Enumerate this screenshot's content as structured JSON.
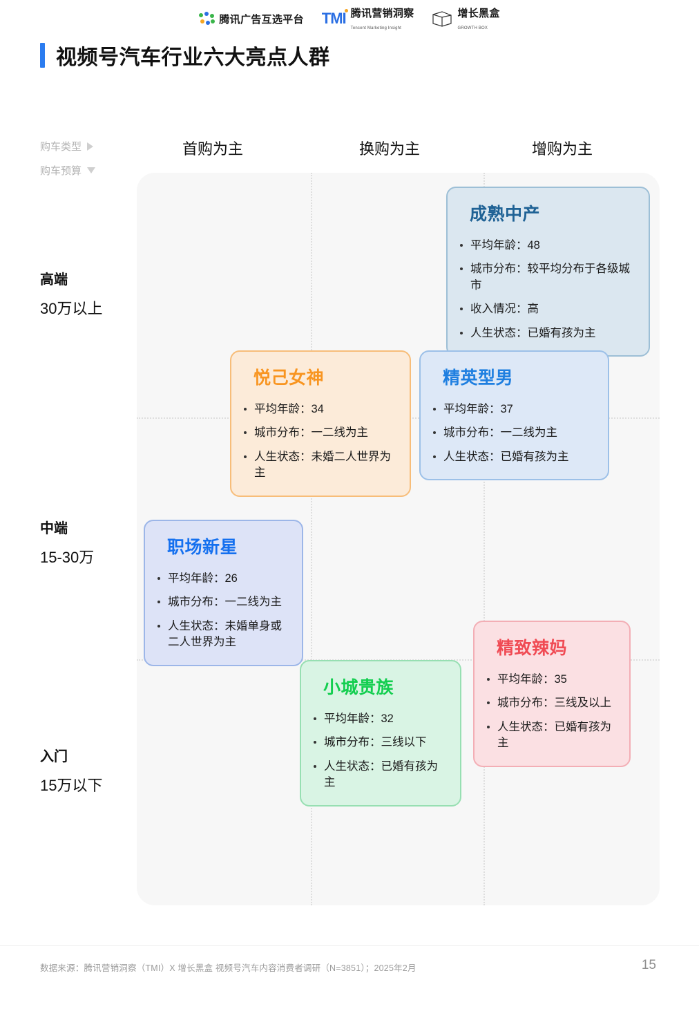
{
  "brandbar": {
    "logos": [
      {
        "icon": "tencent-ads-dots-icon",
        "text": "腾讯广告互选平台",
        "sub": ""
      },
      {
        "icon": "tmi-icon",
        "text": "腾讯营销洞察",
        "sub": "Tencent Marketing Insight"
      },
      {
        "icon": "growth-box-icon",
        "text": "增长黑盒",
        "sub": "GROWTH BOX"
      }
    ]
  },
  "header": {
    "title": "视频号汽车行业六大亮点人群",
    "accent": "#2b7cf0"
  },
  "axes": {
    "x_caption": "购车类型",
    "y_caption": "购车预算",
    "columns": [
      "首购为主",
      "换购为主",
      "增购为主"
    ],
    "rows": [
      {
        "name": "高端",
        "range": "30万以上"
      },
      {
        "name": "中端",
        "range": "15-30万"
      },
      {
        "name": "入门",
        "range": "15万以下"
      }
    ]
  },
  "personas": [
    {
      "id": "mature-middle-class",
      "title": "成熟中产",
      "color": "#1f6295",
      "border": "#9dbfd6",
      "fill": "#dbe7f0",
      "bullets": [
        "平均年龄：48",
        "城市分布：较平均分布于各级城市",
        "收入情况：高",
        "人生状态：已婚有孩为主"
      ]
    },
    {
      "id": "self-pleasing-goddess",
      "title": "悦己女神",
      "color": "#f89521",
      "border": "#f7bd79",
      "fill": "#fcebd9",
      "bullets": [
        "平均年龄：34",
        "城市分布：一二线为主",
        "人生状态：未婚二人世界为主"
      ]
    },
    {
      "id": "elite-male",
      "title": "精英型男",
      "color": "#1f7fe0",
      "border": "#9cc0e8",
      "fill": "#dde8f7",
      "bullets": [
        "平均年龄：37",
        "城市分布：一二线为主",
        "人生状态：已婚有孩为主"
      ]
    },
    {
      "id": "workplace-rising-star",
      "title": "职场新星",
      "color": "#1570ef",
      "border": "#9cb6e8",
      "fill": "#dde3f7",
      "bullets": [
        "平均年龄：26",
        "城市分布：一二线为主",
        "人生状态：未婚单身或二人世界为主"
      ]
    },
    {
      "id": "small-town-noble",
      "title": "小城贵族",
      "color": "#13ce4f",
      "border": "#97dfb2",
      "fill": "#d9f4e4",
      "bullets": [
        "平均年龄：32",
        "城市分布：三线以下",
        "人生状态：已婚有孩为主"
      ]
    },
    {
      "id": "refined-hot-mom",
      "title": "精致辣妈",
      "color": "#f04b54",
      "border": "#f3aeb5",
      "fill": "#fbe0e3",
      "bullets": [
        "平均年龄：35",
        "城市分布：三线及以上",
        "人生状态：已婚有孩为主"
      ]
    }
  ],
  "footer": {
    "source": "数据来源：腾讯营销洞察（TMI）X 增长黑盒  视频号汽车内容消费者调研（N=3851）；2025年2月",
    "page_number": "15"
  }
}
